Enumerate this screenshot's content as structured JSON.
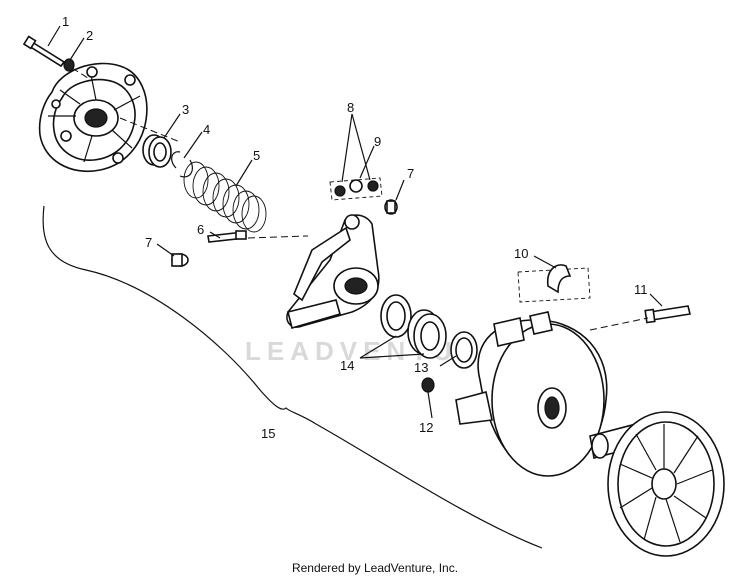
{
  "callouts": {
    "c1": "1",
    "c2": "2",
    "c3": "3",
    "c4": "4",
    "c5": "5",
    "c6": "6",
    "c7a": "7",
    "c7b": "7",
    "c8": "8",
    "c9": "9",
    "c10": "10",
    "c11": "11",
    "c12": "12",
    "c13": "13",
    "c14": "14",
    "c15": "15"
  },
  "watermark": "LEADVENTURE",
  "footer": "Rendered by LeadVenture, Inc."
}
